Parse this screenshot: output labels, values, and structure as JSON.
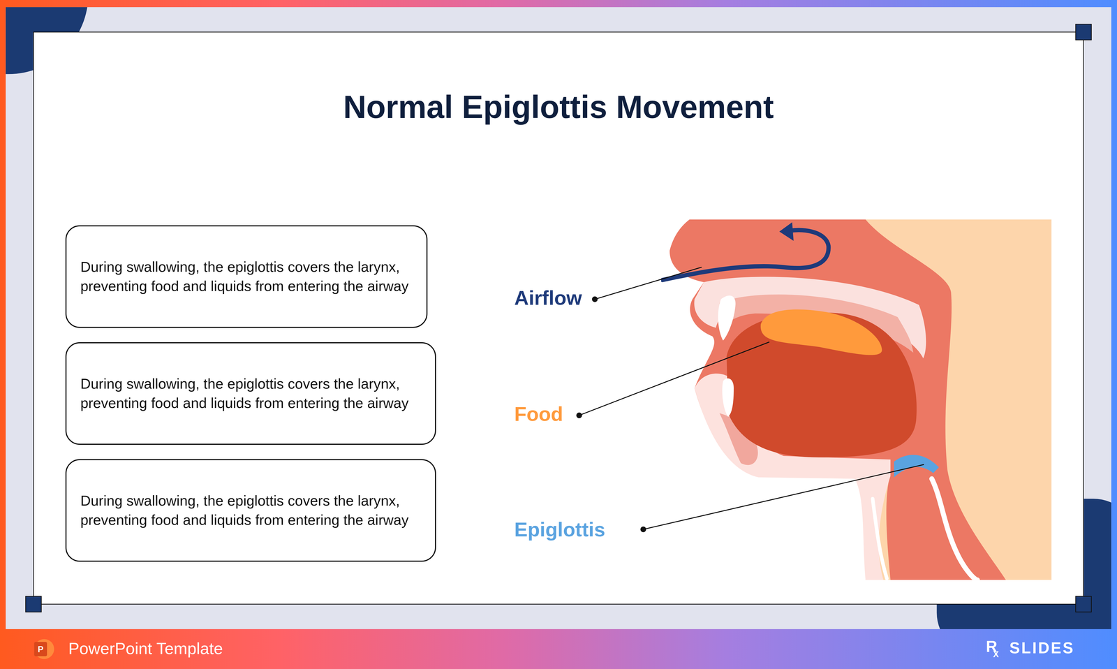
{
  "diagram": {
    "title": "Normal Epiglottis Movement",
    "nodes": [
      {
        "text": [
          "During swallowing, the epiglottis covers the larynx, preventing food and liquids from entering the airway"
        ]
      },
      {
        "text": [
          "During swallowing, the epiglottis covers the larynx, preventing food and liquids from entering the airway"
        ]
      },
      {
        "text": [
          "During swallowing, the epiglottis covers the larynx, preventing food and liquids from entering the airway"
        ]
      }
    ],
    "labels": [
      "Airflow",
      "Food",
      "Epiglottis",
      "P",
      "PowerPoint Template",
      "R",
      "X",
      "SLIDES"
    ]
  }
}
